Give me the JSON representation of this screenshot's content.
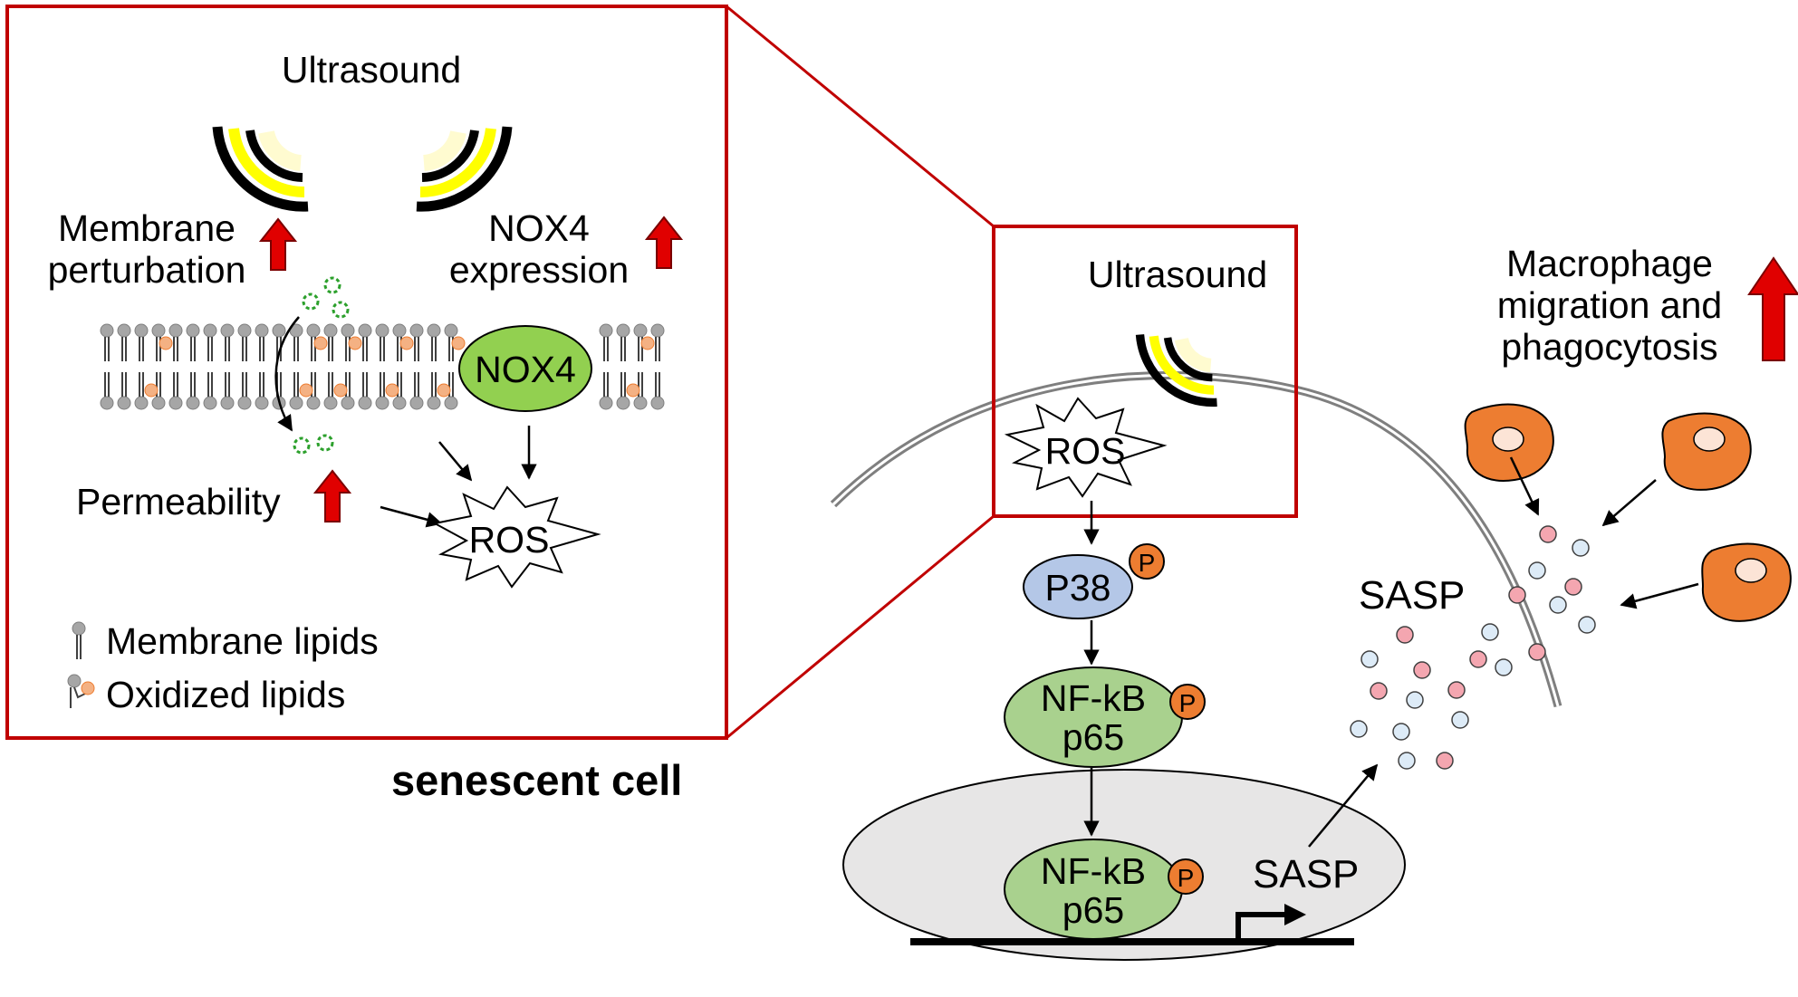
{
  "inset": {
    "ultrasound_label": "Ultrasound",
    "membrane_perturbation": [
      "Membrane",
      "perturbation"
    ],
    "nox4_expression": [
      "NOX4",
      "expression"
    ],
    "nox4_label": "NOX4",
    "permeability_label": "Permeability",
    "ros_label": "ROS",
    "legend": {
      "membrane_lipids": "Membrane lipids",
      "oxidized_lipids": "Oxidized lipids"
    }
  },
  "cell": {
    "caption": "senescent cell",
    "ultrasound_label": "Ultrasound",
    "ros_label": "ROS",
    "p38_label": "P38",
    "phospho_label": "P",
    "nfkb_line1": "NF-kB",
    "nfkb_line2": "p65",
    "sasp_nucleus": "SASP",
    "sasp_outside": "SASP"
  },
  "macrophage": {
    "label_lines": [
      "Macrophage",
      "migration and",
      "phagocytosis"
    ]
  },
  "colors": {
    "frame_red": "#c00000",
    "arrow_red": "#e00000",
    "nox4_green": "#92d050",
    "nfkb_green": "#a9d18e",
    "p38_blue": "#b4c7e7",
    "phospho_orange": "#ed7d31",
    "macrophage_orange": "#ed7d31",
    "ultrasound_yellow": "#ffff00",
    "sasp_pink": "#f4a6b0",
    "sasp_blue": "#ddebf7",
    "nucleus_gray": "#e7e6e6"
  }
}
